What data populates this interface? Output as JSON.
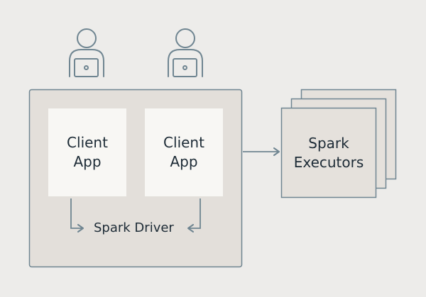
{
  "diagram": {
    "users": [
      {
        "icon": "user-at-laptop-icon"
      },
      {
        "icon": "user-at-laptop-icon"
      }
    ],
    "client_apps": [
      {
        "label": "Client\nApp"
      },
      {
        "label": "Client\nApp"
      }
    ],
    "driver": {
      "label": "Spark Driver"
    },
    "executors": {
      "label": "Spark\nExecutors"
    },
    "colors": {
      "background": "#edecea",
      "driver_box": "#e3dfda",
      "client_box": "#f8f7f4",
      "executor_box": "#e5e1dc",
      "stroke": "#6f8591",
      "text": "#1d2b36"
    }
  }
}
